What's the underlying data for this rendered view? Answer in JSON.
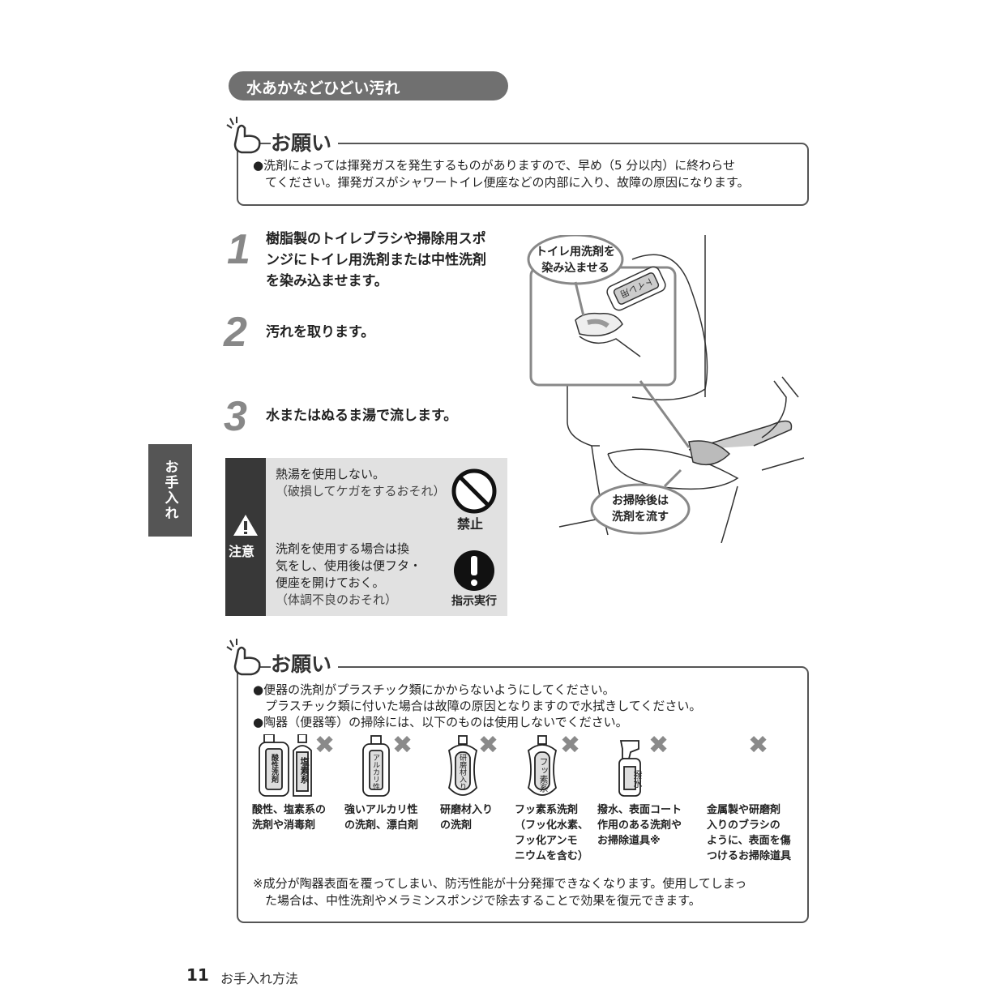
{
  "section_title": "水あかなどひどい汚れ",
  "notice1": {
    "title": "お願い",
    "lines": [
      "●洗剤によっては揮発ガスを発生するものがありますので、早め（5 分以内）に終わらせ",
      "　てください。揮発ガスがシャワートイレ便座などの内部に入り、故障の原因になります。"
    ]
  },
  "steps": [
    {
      "number": "1",
      "lines": [
        "樹脂製のトイレブラシや掃除用スポ",
        "ンジにトイレ用洗剤または中性洗剤",
        "を染み込ませます。"
      ]
    },
    {
      "number": "2",
      "lines": [
        "汚れを取ります。"
      ]
    },
    {
      "number": "3",
      "lines": [
        "水またはぬるま湯で流します。"
      ]
    }
  ],
  "caution": {
    "label": "注意",
    "items": [
      {
        "lines": [
          "熱湯を使用しない。"
        ],
        "sub": "（破損してケガをするおそれ）",
        "icon_label": "禁止",
        "icon": "prohibition-icon"
      },
      {
        "lines": [
          "洗剤を使用する場合は換",
          "気をし、使用後は便フタ・",
          "便座を開けておく。"
        ],
        "sub": "（体調不良のおそれ）",
        "icon_label": "指示実行",
        "icon": "mandatory-icon"
      }
    ]
  },
  "illustration": {
    "bubble1": [
      "トイレ用洗剤を",
      "染み込ませる"
    ],
    "bottle_label": "トイレ用",
    "bubble2": [
      "お掃除後は",
      "洗剤を流す"
    ]
  },
  "side_tab": "お手入れ",
  "notice2": {
    "title": "お願い",
    "lines": [
      "●便器の洗剤がプラスチック類にかからないようにしてください。",
      "　プラスチック類に付いた場合は故障の原因となりますので水拭きしてください。",
      "●陶器（便器等）の掃除には、以下のものは使用しないでください。"
    ],
    "items": [
      {
        "labels": [
          "酸性洗剤",
          "塩素系"
        ],
        "text": [
          "酸性、塩素系の",
          "洗剤や消毒剤"
        ]
      },
      {
        "labels": [
          "アルカリ性"
        ],
        "text": [
          "強いアルカリ性",
          "の洗剤、漂白剤"
        ]
      },
      {
        "labels": [
          "研磨材入り"
        ],
        "text": [
          "研磨材入り",
          "の洗剤"
        ]
      },
      {
        "labels": [
          "フッ素系"
        ],
        "text": [
          "フッ素系洗剤",
          "（フッ化水素、",
          "フッ化アンモ",
          "ニウムを含む）"
        ]
      },
      {
        "labels": [
          "撥水"
        ],
        "text": [
          "撥水、表面コート",
          "作用のある洗剤や",
          "お掃除道具※"
        ]
      },
      {
        "labels": [],
        "text": [
          "金属製や研磨剤",
          "入りのブラシの",
          "ように、表面を傷",
          "つけるお掃除道具"
        ]
      }
    ],
    "x_mark": "✖",
    "footnote": [
      "※成分が陶器表面を覆ってしまい、防汚性能が十分発揮できなくなります。使用してしまっ",
      "　た場合は、中性洗剤やメラミンスポンジで除去することで効果を復元できます。"
    ]
  },
  "footer": {
    "page_number": "11",
    "title": "お手入れ方法"
  }
}
